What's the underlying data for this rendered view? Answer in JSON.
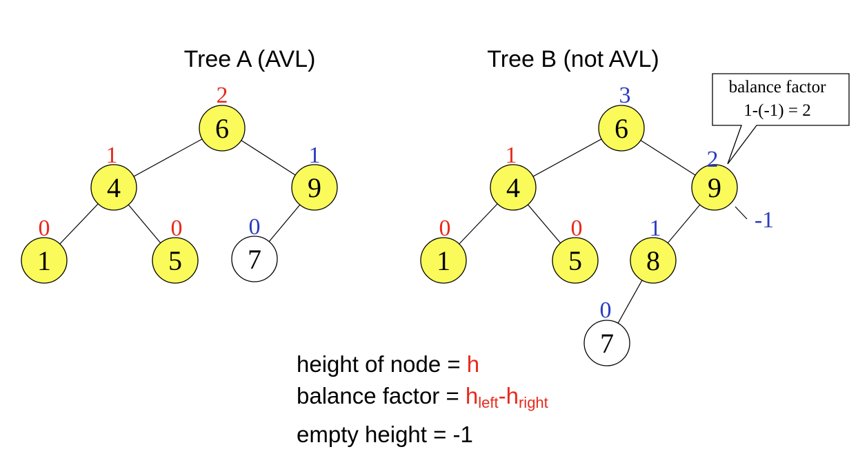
{
  "colors": {
    "node_fill": "#fafa5a",
    "node_plain": "#ffffff",
    "red": "#e8291c",
    "blue": "#2b3cbf",
    "stroke": "#000000"
  },
  "trees": [
    {
      "title": "Tree A (AVL)",
      "nodes": [
        {
          "id": "a6",
          "label": "6",
          "height": "2",
          "hcolor": "red",
          "fill": true
        },
        {
          "id": "a4",
          "label": "4",
          "height": "1",
          "hcolor": "red",
          "fill": true
        },
        {
          "id": "a9",
          "label": "9",
          "height": "1",
          "hcolor": "blue",
          "fill": true
        },
        {
          "id": "a1",
          "label": "1",
          "height": "0",
          "hcolor": "red",
          "fill": true
        },
        {
          "id": "a5",
          "label": "5",
          "height": "0",
          "hcolor": "red",
          "fill": true
        },
        {
          "id": "a7",
          "label": "7",
          "height": "0",
          "hcolor": "blue",
          "fill": false
        }
      ],
      "edges": [
        [
          "a6",
          "a4"
        ],
        [
          "a6",
          "a9"
        ],
        [
          "a4",
          "a1"
        ],
        [
          "a4",
          "a5"
        ],
        [
          "a9",
          "a7"
        ]
      ]
    },
    {
      "title": "Tree B (not AVL)",
      "nodes": [
        {
          "id": "b6",
          "label": "6",
          "height": "3",
          "hcolor": "blue",
          "fill": true
        },
        {
          "id": "b4",
          "label": "4",
          "height": "1",
          "hcolor": "red",
          "fill": true
        },
        {
          "id": "b9",
          "label": "9",
          "height": "2",
          "hcolor": "blue",
          "fill": true
        },
        {
          "id": "b1",
          "label": "1",
          "height": "0",
          "hcolor": "red",
          "fill": true
        },
        {
          "id": "b5",
          "label": "5",
          "height": "0",
          "hcolor": "red",
          "fill": true
        },
        {
          "id": "b8",
          "label": "8",
          "height": "1",
          "hcolor": "blue",
          "fill": true
        },
        {
          "id": "b7",
          "label": "7",
          "height": "0",
          "hcolor": "blue",
          "fill": false
        }
      ],
      "edges": [
        [
          "b6",
          "b4"
        ],
        [
          "b6",
          "b9"
        ],
        [
          "b4",
          "b1"
        ],
        [
          "b4",
          "b5"
        ],
        [
          "b9",
          "b8"
        ],
        [
          "b8",
          "b7"
        ]
      ],
      "empty_child_height": "-1"
    }
  ],
  "callout": {
    "line1": "balance factor",
    "line2": "1-(-1) = 2"
  },
  "legend": {
    "line1_prefix": "height of node = ",
    "line1_h": "h",
    "line2_prefix": "balance factor = ",
    "h": "h",
    "left_sub": "left",
    "dash": "-",
    "right_sub": "right",
    "line3": "empty height = -1"
  }
}
